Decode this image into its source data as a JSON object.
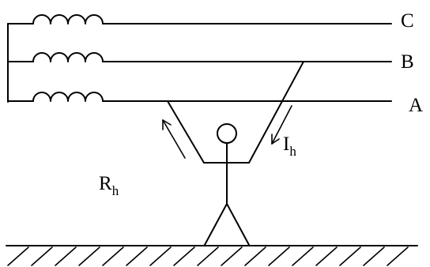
{
  "phases": {
    "c": "C",
    "b": "B",
    "a": "A"
  },
  "current": {
    "symbol": "I",
    "subscript": "h"
  },
  "resistance": {
    "symbol": "R",
    "subscript": "h"
  }
}
